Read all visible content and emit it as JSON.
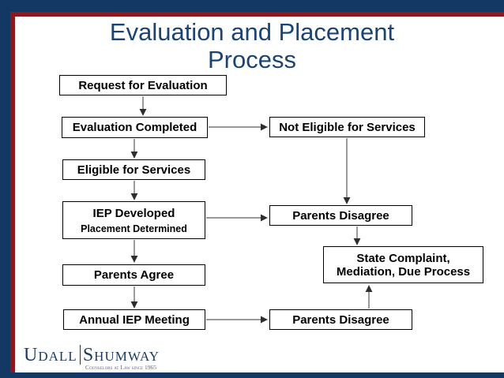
{
  "title": {
    "line1": "Evaluation and Placement",
    "line2": "Process"
  },
  "flowchart": {
    "nodes": [
      {
        "id": "request",
        "label": "Request for Evaluation"
      },
      {
        "id": "eval_completed",
        "label": "Evaluation Completed"
      },
      {
        "id": "eligible",
        "label": "Eligible for Services"
      },
      {
        "id": "iep",
        "label": "IEP Developed",
        "sublabel": "Placement Determined"
      },
      {
        "id": "parents_agree",
        "label": "Parents Agree"
      },
      {
        "id": "annual_meeting",
        "label": "Annual IEP Meeting"
      },
      {
        "id": "not_eligible",
        "label": "Not Eligible for Services"
      },
      {
        "id": "parents_disagree_upper",
        "label": "Parents Disagree"
      },
      {
        "id": "state_complaint",
        "label": "State Complaint,",
        "label2": "Mediation, Due Process"
      },
      {
        "id": "parents_disagree_lower",
        "label": "Parents Disagree"
      }
    ],
    "edges": [
      {
        "from": "request",
        "to": "eval_completed"
      },
      {
        "from": "eval_completed",
        "to": "not_eligible"
      },
      {
        "from": "eval_completed",
        "to": "eligible"
      },
      {
        "from": "eligible",
        "to": "iep"
      },
      {
        "from": "iep",
        "to": "parents_disagree_upper"
      },
      {
        "from": "iep",
        "to": "parents_agree"
      },
      {
        "from": "parents_agree",
        "to": "annual_meeting"
      },
      {
        "from": "annual_meeting",
        "to": "parents_disagree_lower"
      },
      {
        "from": "not_eligible",
        "to": "parents_disagree_upper"
      },
      {
        "from": "parents_disagree_upper",
        "to": "state_complaint"
      },
      {
        "from": "parents_disagree_lower",
        "to": "state_complaint"
      }
    ]
  },
  "logo": {
    "name_left": "Udall",
    "name_right": "Shumway",
    "tagline": "Counselors at Law since 1965"
  },
  "colors": {
    "frame_navy": "#123863",
    "accent_red": "#8C181D",
    "title_blue": "#1B4473"
  }
}
